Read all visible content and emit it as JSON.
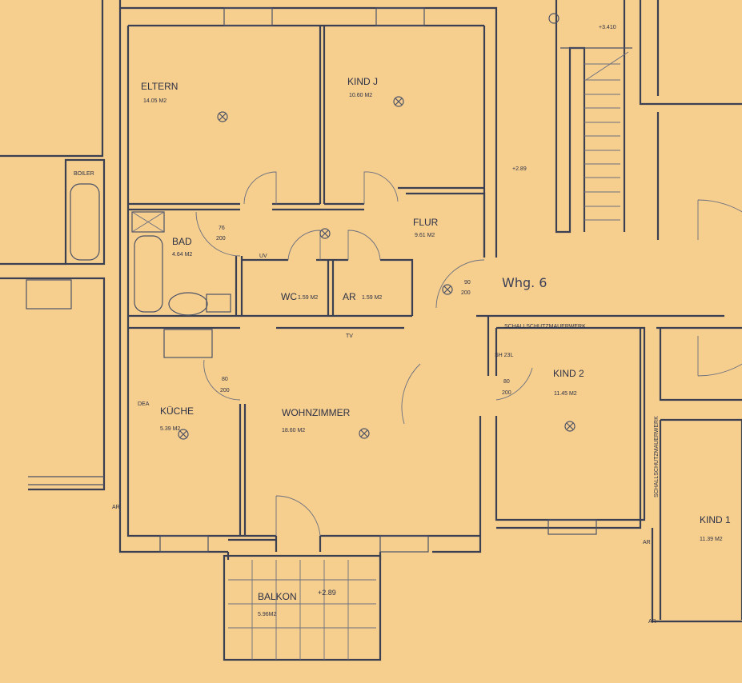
{
  "rooms": {
    "eltern": {
      "name": "ELTERN",
      "area": "14.05 M2"
    },
    "kind_j": {
      "name": "KIND J",
      "area": "10.60 M2"
    },
    "flur": {
      "name": "FLUR",
      "area": "9.61 M2"
    },
    "bad": {
      "name": "BAD",
      "area": "4.64 M2"
    },
    "wc": {
      "name": "WC",
      "area": "1.59 M2"
    },
    "ar": {
      "name": "AR",
      "area": "1.59 M2"
    },
    "kueche": {
      "name": "KÜCHE",
      "area": "5.39 M2"
    },
    "wohnzimmer": {
      "name": "WOHNZIMMER",
      "area": "18.60 M2"
    },
    "kind_2": {
      "name": "KIND 2",
      "area": "11.45 M2"
    },
    "balkon": {
      "name": "BALKON",
      "area": "5.96M2"
    },
    "kind_1": {
      "name": "KIND 1",
      "area": "11.39 M2"
    }
  },
  "labels": {
    "apartment": "Whg. 6",
    "boiler": "BOILER",
    "uv": "UV",
    "tv": "TV",
    "soundproof_wall_h": "SCHALLSCHUTZMAUERWERK",
    "soundproof_wall_v": "SCHALLSCHUTZMAUERWERK",
    "ar_mark_1": "AR",
    "ar_mark_2": "AR",
    "ar_mark_3": "AR",
    "el_mark": "DEA",
    "sh": "SH 23L",
    "stair_level": "+3.410",
    "flur_level": "+2.89",
    "balkon_level": "+2.89"
  },
  "doors": {
    "d_bad": [
      "76",
      "200"
    ],
    "d_entry": [
      "90",
      "200"
    ],
    "d_kueche": [
      "80",
      "200"
    ],
    "d_kind2": [
      "80",
      "200"
    ]
  }
}
